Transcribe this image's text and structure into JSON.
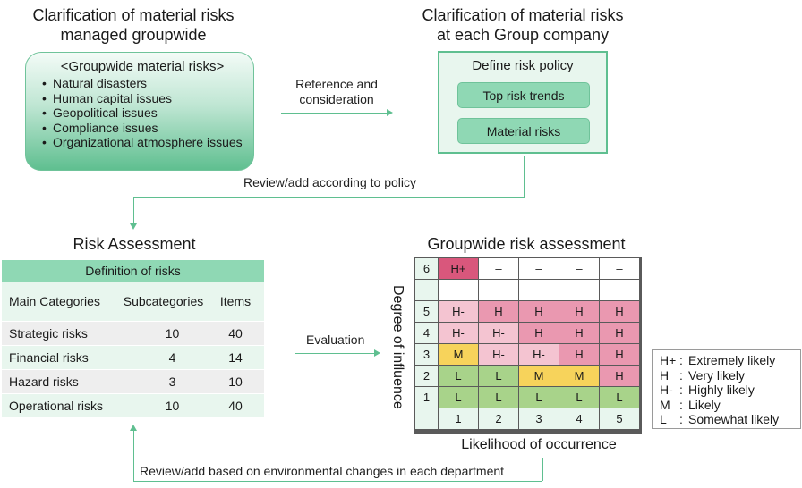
{
  "groupwide": {
    "title_line1": "Clarification of material risks",
    "title_line2": "managed groupwide",
    "box_header": "<Groupwide material risks>",
    "items": [
      "Natural disasters",
      "Human capital issues",
      "Geopolitical issues",
      "Compliance issues",
      "Organizational atmosphere issues"
    ]
  },
  "company": {
    "title_line1": "Clarification of material risks",
    "title_line2": "at each Group company",
    "box_header": "Define risk policy",
    "pill1": "Top risk trends",
    "pill2": "Material risks"
  },
  "connectors": {
    "reference_line1": "Reference and",
    "reference_line2": "consideration",
    "review_policy": "Review/add according to policy",
    "evaluation": "Evaluation",
    "review_env": "Review/add based on environmental changes in each department"
  },
  "assessment": {
    "title": "Risk Assessment",
    "table_title": "Definition of risks",
    "columns": [
      "Main Categories",
      "Subcategories",
      "Items"
    ],
    "rows": [
      [
        "Strategic risks",
        "10",
        "40"
      ],
      [
        "Financial risks",
        "4",
        "14"
      ],
      [
        "Hazard risks",
        "3",
        "10"
      ],
      [
        "Operational risks",
        "10",
        "40"
      ]
    ]
  },
  "matrix": {
    "title": "Groupwide risk assessment",
    "y_label": "Degree of influence",
    "x_label": "Likelihood of occurrence",
    "x_ticks": [
      "1",
      "2",
      "3",
      "4",
      "5"
    ],
    "rows": [
      {
        "level": "6",
        "cells": [
          [
            "H+",
            "hp"
          ],
          [
            "–",
            "w"
          ],
          [
            "–",
            "w"
          ],
          [
            "–",
            "w"
          ],
          [
            "–",
            "w"
          ]
        ]
      },
      {
        "level": "",
        "cells": [
          [
            "",
            "w"
          ],
          [
            "",
            "w"
          ],
          [
            "",
            "w"
          ],
          [
            "",
            "w"
          ],
          [
            "",
            "w"
          ]
        ]
      },
      {
        "level": "5",
        "cells": [
          [
            "H-",
            "hm"
          ],
          [
            "H",
            "h"
          ],
          [
            "H",
            "h"
          ],
          [
            "H",
            "h"
          ],
          [
            "H",
            "h"
          ]
        ]
      },
      {
        "level": "4",
        "cells": [
          [
            "H-",
            "hm"
          ],
          [
            "H-",
            "hm"
          ],
          [
            "H",
            "h"
          ],
          [
            "H",
            "h"
          ],
          [
            "H",
            "h"
          ]
        ]
      },
      {
        "level": "3",
        "cells": [
          [
            "M",
            "m"
          ],
          [
            "H-",
            "hm"
          ],
          [
            "H-",
            "hm"
          ],
          [
            "H",
            "h"
          ],
          [
            "H",
            "h"
          ]
        ]
      },
      {
        "level": "2",
        "cells": [
          [
            "L",
            "l"
          ],
          [
            "L",
            "l"
          ],
          [
            "M",
            "m"
          ],
          [
            "M",
            "m"
          ],
          [
            "H",
            "h"
          ]
        ]
      },
      {
        "level": "1",
        "cells": [
          [
            "L",
            "l"
          ],
          [
            "L",
            "l"
          ],
          [
            "L",
            "l"
          ],
          [
            "L",
            "l"
          ],
          [
            "L",
            "l"
          ]
        ]
      }
    ],
    "colors": {
      "hp": "#d9577c",
      "h": "#ea98b0",
      "hm": "#f4c4d1",
      "m": "#f7d35b",
      "l": "#a8d38a",
      "w": "#ffffff",
      "label": "#e8f6ee"
    }
  },
  "legend": [
    {
      "key": "H+",
      "text": "Extremely likely"
    },
    {
      "key": "H",
      "text": "Very likely"
    },
    {
      "key": "H-",
      "text": "Highly likely"
    },
    {
      "key": "M",
      "text": "Likely"
    },
    {
      "key": "L",
      "text": "Somewhat likely"
    }
  ]
}
